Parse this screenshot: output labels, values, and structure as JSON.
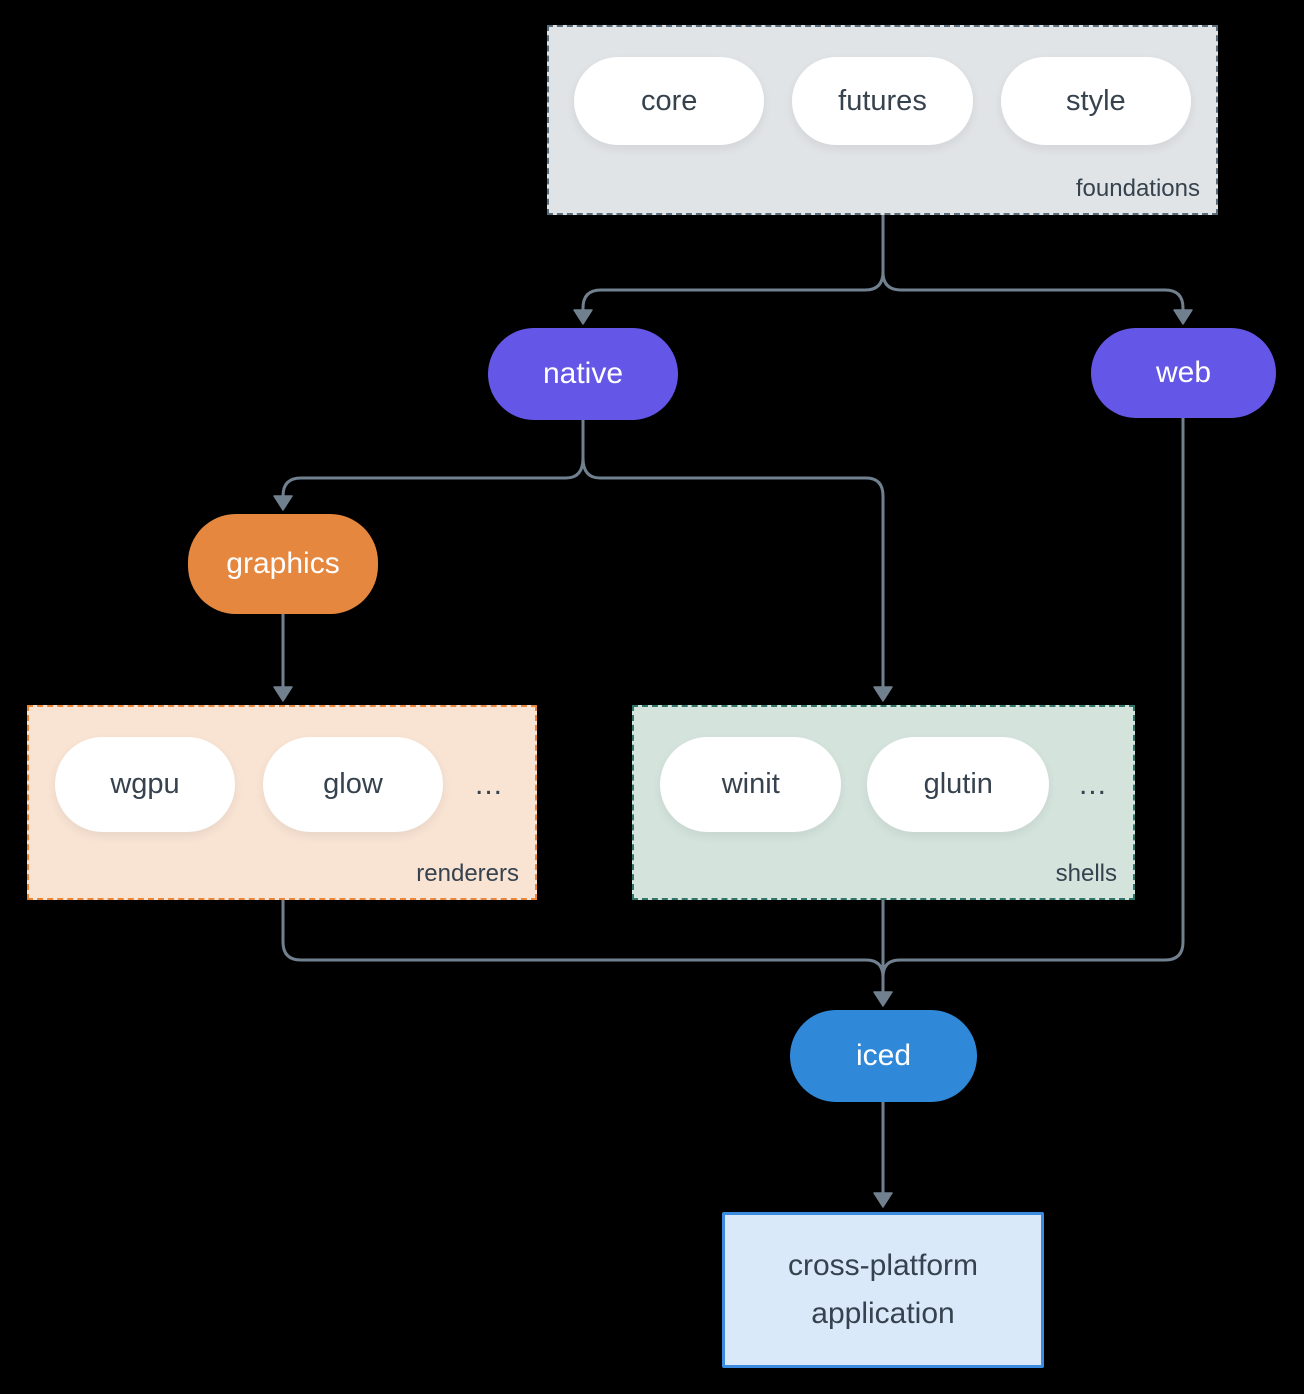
{
  "groups": {
    "foundations": {
      "label": "foundations",
      "items": [
        "core",
        "futures",
        "style"
      ]
    },
    "renderers": {
      "label": "renderers",
      "items": [
        "wgpu",
        "glow"
      ],
      "more": "..."
    },
    "shells": {
      "label": "shells",
      "items": [
        "winit",
        "glutin"
      ],
      "more": "..."
    }
  },
  "nodes": {
    "native": {
      "label": "native"
    },
    "web": {
      "label": "web"
    },
    "graphics": {
      "label": "graphics"
    },
    "iced": {
      "label": "iced"
    },
    "application": {
      "label": "cross-platform application"
    }
  },
  "colors": {
    "background": "#000000",
    "connector": "#71808f",
    "foundations_fill": "#e1e4e6",
    "foundations_border": "#5b6c7b",
    "renderers_fill": "#f9e4d4",
    "renderers_border": "#e8863c",
    "shells_fill": "#d4e4dd",
    "shells_border": "#2f7569",
    "native_web_fill": "#6457e8",
    "graphics_fill": "#e5873e",
    "iced_fill": "#2f88d8",
    "application_fill": "#d9e9f9",
    "application_border": "#3b8ce0",
    "pill_fill": "#ffffff",
    "text_dark": "#36424e",
    "text_light": "#ffffff"
  }
}
